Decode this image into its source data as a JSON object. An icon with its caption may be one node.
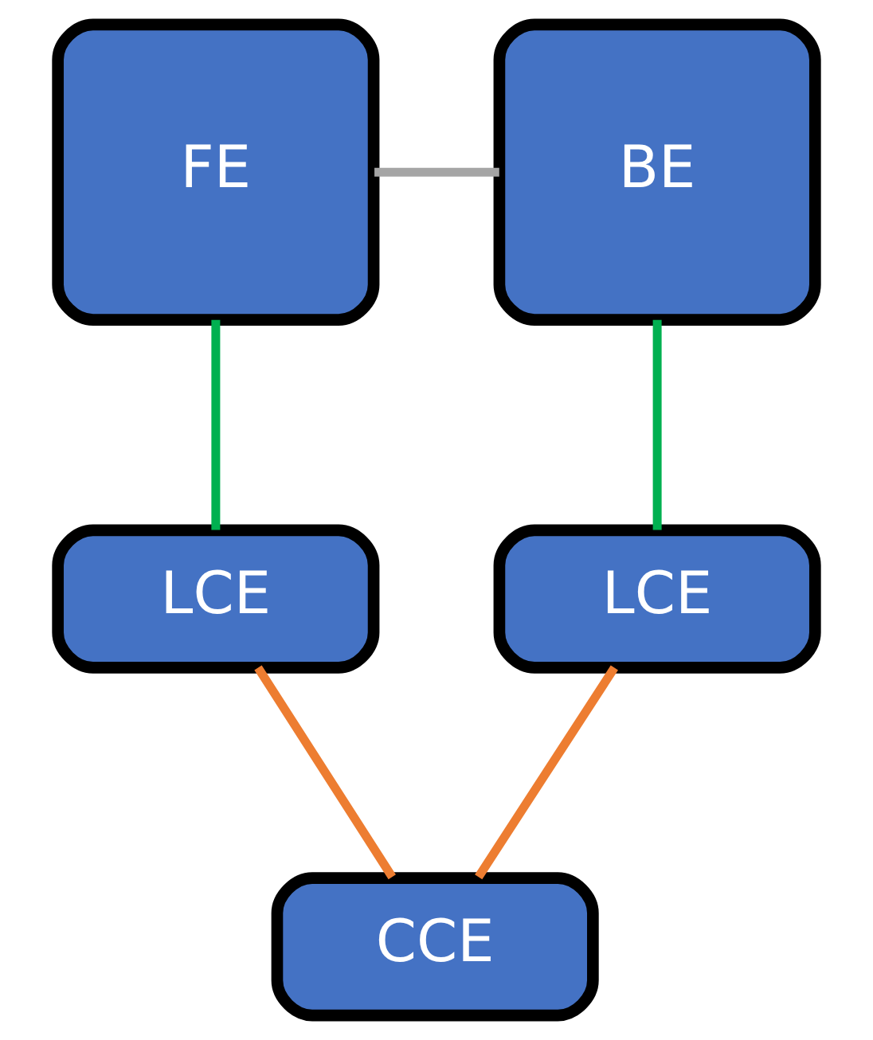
{
  "diagram": {
    "nodes": [
      {
        "text": [
          "FE"
        ]
      },
      {
        "text": [
          "BE"
        ]
      },
      {
        "text": [
          "LCE"
        ]
      },
      {
        "text": [
          "LCE"
        ]
      },
      {
        "text": [
          "CCE"
        ]
      }
    ],
    "edges": [
      {
        "from": 0,
        "to": 1,
        "arrow": "none",
        "color": "#a5a5a5"
      },
      {
        "from": 0,
        "to": 2,
        "arrow": "none",
        "color": "#00b050"
      },
      {
        "from": 1,
        "to": 3,
        "arrow": "none",
        "color": "#00b050"
      },
      {
        "from": 2,
        "to": 4,
        "arrow": "none",
        "color": "#ed7d31"
      },
      {
        "from": 3,
        "to": 4,
        "arrow": "none",
        "color": "#ed7d31"
      }
    ]
  }
}
